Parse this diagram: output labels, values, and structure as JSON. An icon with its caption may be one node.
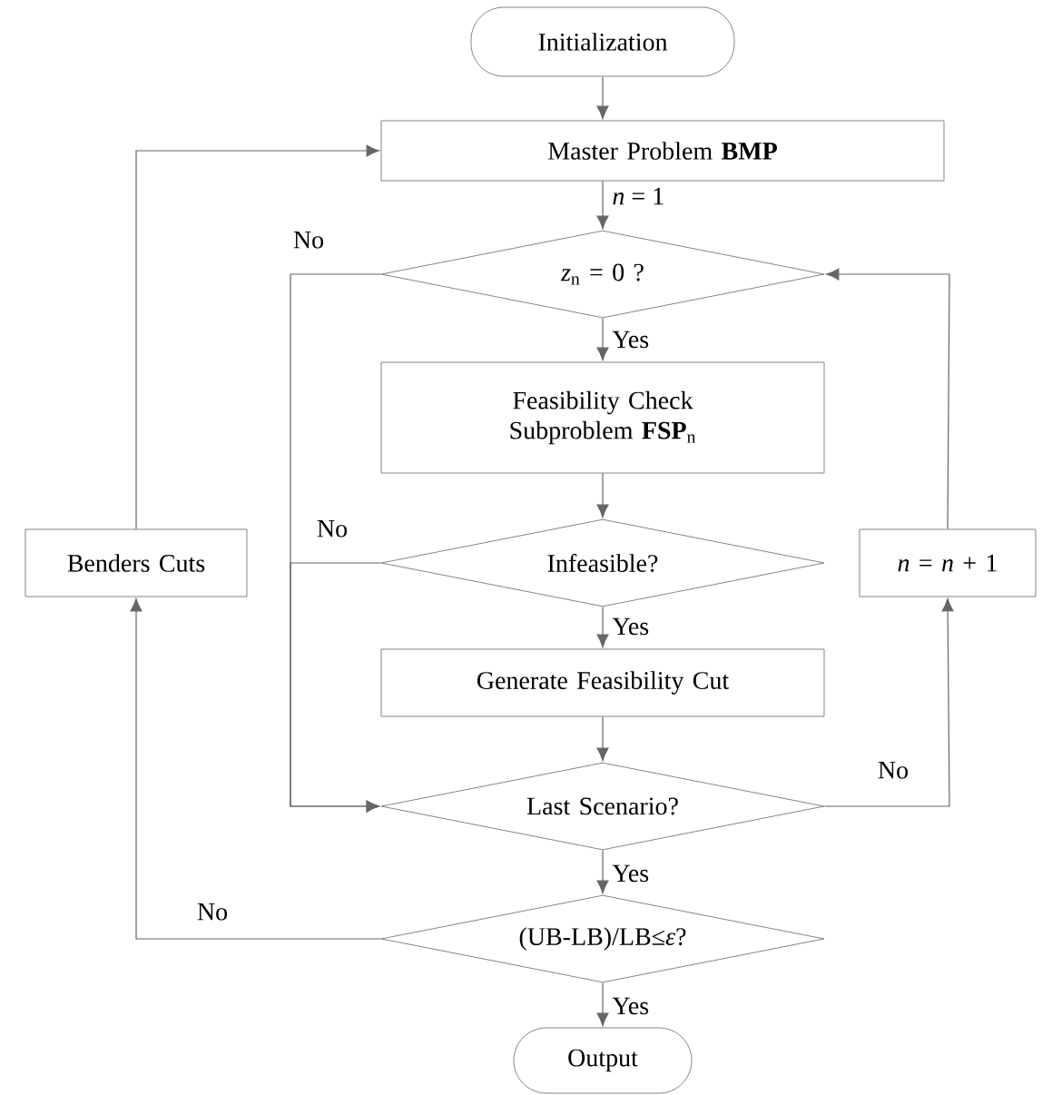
{
  "diagram": {
    "nodes": [
      {
        "text": [
          "Initialization"
        ]
      },
      {
        "text": [
          "Master Problem **BMP**"
        ]
      },
      {
        "text": [
          "*z*$_{n}$ = 0 ?"
        ]
      },
      {
        "text": [
          "Feasibility Check Subproblem **FSP**$_{n}$"
        ]
      },
      {
        "text": [
          "Infeasible?"
        ]
      },
      {
        "text": [
          "Generate Feasibility Cut"
        ]
      },
      {
        "text": [
          "Last Scenario?"
        ]
      },
      {
        "text": [
          "(UB-LB)/LB≤*ε*?"
        ]
      },
      {
        "text": [
          "Output"
        ]
      },
      {
        "text": [
          "Benders Cuts"
        ]
      },
      {
        "text": [
          "*n* = *n* + 1"
        ]
      }
    ],
    "edges": [
      {
        "from": 0,
        "to": 1,
        "arrow": "to"
      },
      {
        "from": 1,
        "to": 2,
        "arrow": "to",
        "label": "*n* = 1"
      },
      {
        "from": 2,
        "to": 3,
        "arrow": "to",
        "label": "Yes"
      },
      {
        "from": 2,
        "to": 6,
        "arrow": "to",
        "label": "No"
      },
      {
        "from": 3,
        "to": 4,
        "arrow": "to"
      },
      {
        "from": 4,
        "to": 6,
        "arrow": "to",
        "label": "No"
      },
      {
        "from": 4,
        "to": 5,
        "arrow": "to",
        "label": "Yes"
      },
      {
        "from": 5,
        "to": 6,
        "arrow": "to"
      },
      {
        "from": 6,
        "to": 7,
        "arrow": "to",
        "label": "Yes"
      },
      {
        "from": 6,
        "to": 10,
        "arrow": "to",
        "label": "No"
      },
      {
        "from": 10,
        "to": 2,
        "arrow": "to"
      },
      {
        "from": 7,
        "to": 8,
        "arrow": "to",
        "label": "Yes"
      },
      {
        "from": 7,
        "to": 9,
        "arrow": "to",
        "label": "No"
      },
      {
        "from": 9,
        "to": 1,
        "arrow": "to"
      }
    ]
  }
}
